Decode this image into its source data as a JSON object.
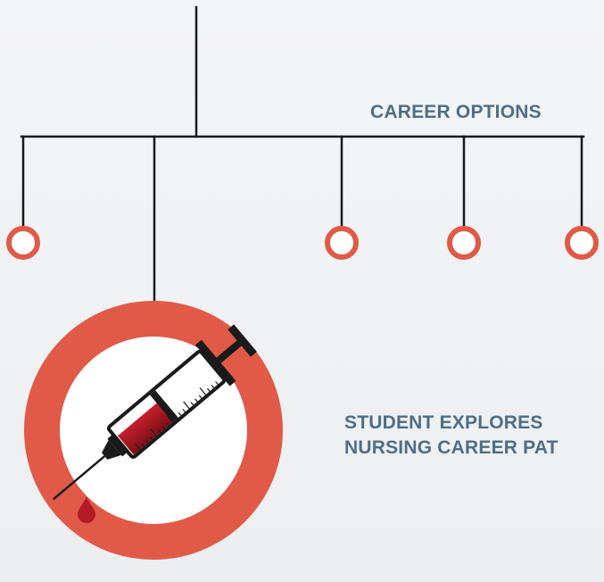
{
  "labels": {
    "career_options": "CAREER OPTIONS",
    "student_explores_line1": "STUDENT EXPLORES",
    "student_explores_line2": "NURSING CAREER PAT"
  },
  "colors": {
    "accent": "#e05a47",
    "line": "#1a1a1a",
    "text": "#4e6e86",
    "blood": "#b31b25"
  },
  "nodes": {
    "count": 4,
    "main_icon": "syringe-icon"
  }
}
